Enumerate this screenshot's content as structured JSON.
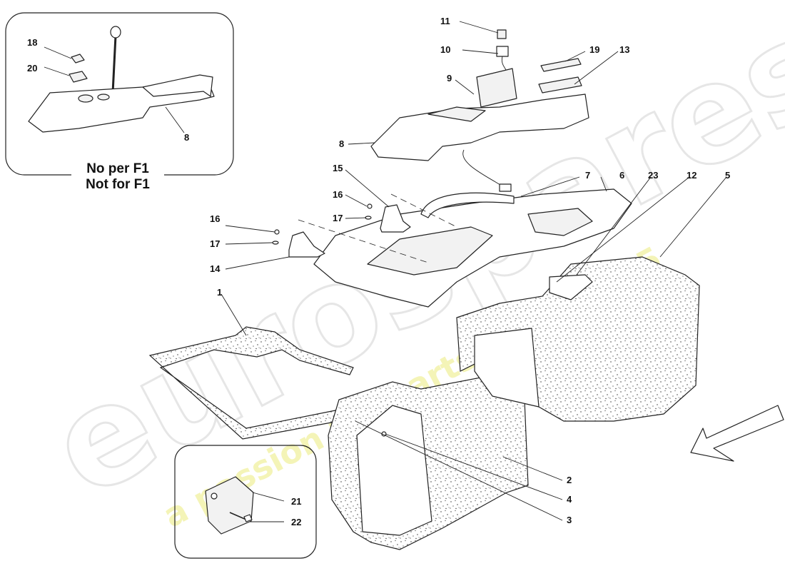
{
  "watermark": {
    "brand": "eurospares",
    "tagline": "a passion for parts since 1985"
  },
  "inset_f1": {
    "note_line1": "No per F1",
    "note_line2": "Not for F1",
    "callouts": [
      "18",
      "20",
      "8"
    ]
  },
  "inset_bracket": {
    "callouts": [
      "21",
      "22"
    ]
  },
  "callouts": {
    "c11": "11",
    "c10": "10",
    "c9": "9",
    "c19": "19",
    "c13": "13",
    "c8": "8",
    "c15": "15",
    "c16a": "16",
    "c17a": "17",
    "c7": "7",
    "c6": "6",
    "c23": "23",
    "c12": "12",
    "c5": "5",
    "c16b": "16",
    "c17b": "17",
    "c14": "14",
    "c1": "1",
    "c2": "2",
    "c4": "4",
    "c3": "3"
  },
  "arrow_icon": "direction-arrow-icon",
  "colors": {
    "line": "#222222",
    "watermark_grey": "#e4e4e4",
    "watermark_yellow": "#f3f3b0",
    "fill": "#ffffff"
  }
}
